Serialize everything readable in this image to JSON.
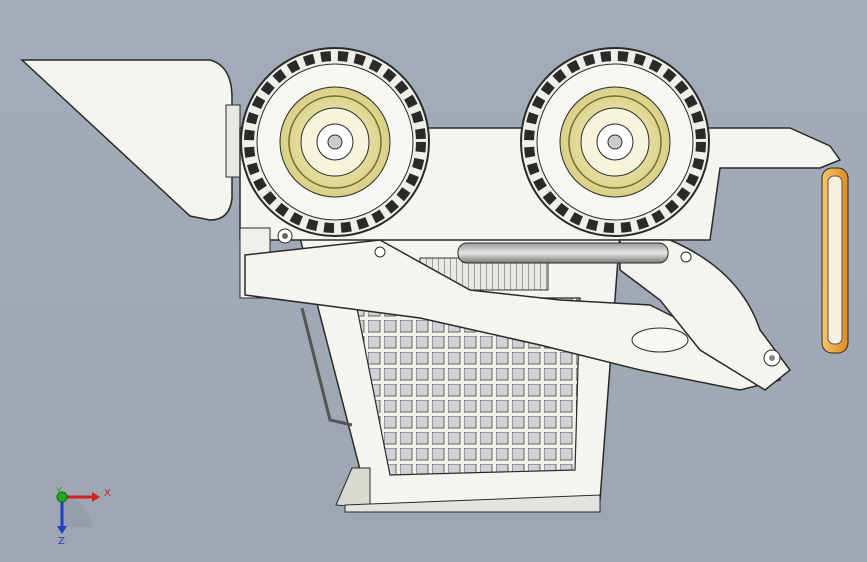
{
  "viewport": {
    "background_color": "#a2aab7",
    "model": "skid-steer-loader-side-view",
    "body_color": "#f5f5ef",
    "edge_color": "#2a2a2a",
    "hub_color": "#e8e2a0",
    "light_color": "#f0a23a"
  },
  "triad": {
    "x_label": "X",
    "y_label": "Y",
    "z_label": "Z",
    "x_color": "#d42020",
    "y_color": "#1faa1f",
    "z_color": "#2040c8"
  }
}
